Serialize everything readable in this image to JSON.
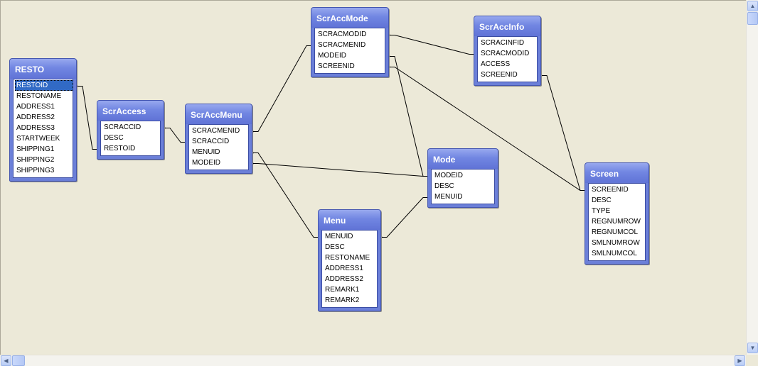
{
  "tables": [
    {
      "id": "resto",
      "name": "RESTO",
      "fields": [
        "RESTOID",
        "RESTONAME",
        "ADDRESS1",
        "ADDRESS2",
        "ADDRESS3",
        "STARTWEEK",
        "SHIPPING1",
        "SHIPPING2",
        "SHIPPING3"
      ],
      "selected_field": "RESTOID"
    },
    {
      "id": "scraccess",
      "name": "ScrAccess",
      "fields": [
        "SCRACCID",
        "DESC",
        "RESTOID"
      ]
    },
    {
      "id": "scraccmenu",
      "name": "ScrAccMenu",
      "fields": [
        "SCRACMENID",
        "SCRACCID",
        "MENUID",
        "MODEID"
      ]
    },
    {
      "id": "scraccmode",
      "name": "ScrAccMode",
      "fields": [
        "SCRACMODID",
        "SCRACMENID",
        "MODEID",
        "SCREENID"
      ]
    },
    {
      "id": "scraccinfo",
      "name": "ScrAccInfo",
      "fields": [
        "SCRACINFID",
        "SCRACMODID",
        "ACCESS",
        "SCREENID"
      ]
    },
    {
      "id": "mode",
      "name": "Mode",
      "fields": [
        "MODEID",
        "DESC",
        "MENUID"
      ]
    },
    {
      "id": "menu",
      "name": "Menu",
      "fields": [
        "MENUID",
        "DESC",
        "RESTONAME",
        "ADDRESS1",
        "ADDRESS2",
        "REMARK1",
        "REMARK2"
      ]
    },
    {
      "id": "screen",
      "name": "Screen",
      "fields": [
        "SCREENID",
        "DESC",
        "TYPE",
        "REGNUMROW",
        "REGNUMCOL",
        "SMLNUMROW",
        "SMLNUMCOL"
      ]
    }
  ],
  "relationships": [
    {
      "from": "resto.RESTOID",
      "to": "scraccess.RESTOID"
    },
    {
      "from": "scraccess.SCRACCID",
      "to": "scraccmenu.SCRACCID"
    },
    {
      "from": "scraccmenu.SCRACMENID",
      "to": "scraccmode.SCRACMENID"
    },
    {
      "from": "scraccmode.SCRACMODID",
      "to": "scraccinfo.SCRACMODID"
    },
    {
      "from": "scraccmenu.MENUID",
      "to": "menu.MENUID"
    },
    {
      "from": "scraccmenu.MODEID",
      "to": "mode.MODEID"
    },
    {
      "from": "scraccmode.MODEID",
      "to": "mode.MODEID"
    },
    {
      "from": "mode.MENUID",
      "to": "menu.MENUID"
    },
    {
      "from": "scraccmode.SCREENID",
      "to": "screen.SCREENID"
    },
    {
      "from": "scraccinfo.SCREENID",
      "to": "screen.SCREENID"
    }
  ],
  "colors": {
    "titlebar": "#6b7fd8",
    "selection": "#316ac5",
    "canvas": "#ece9d8"
  },
  "scrollbars": {
    "vertical_up_icon": "arrow-up-icon",
    "vertical_down_icon": "arrow-down-icon",
    "horizontal_thumb_grip": "grip-icon"
  }
}
